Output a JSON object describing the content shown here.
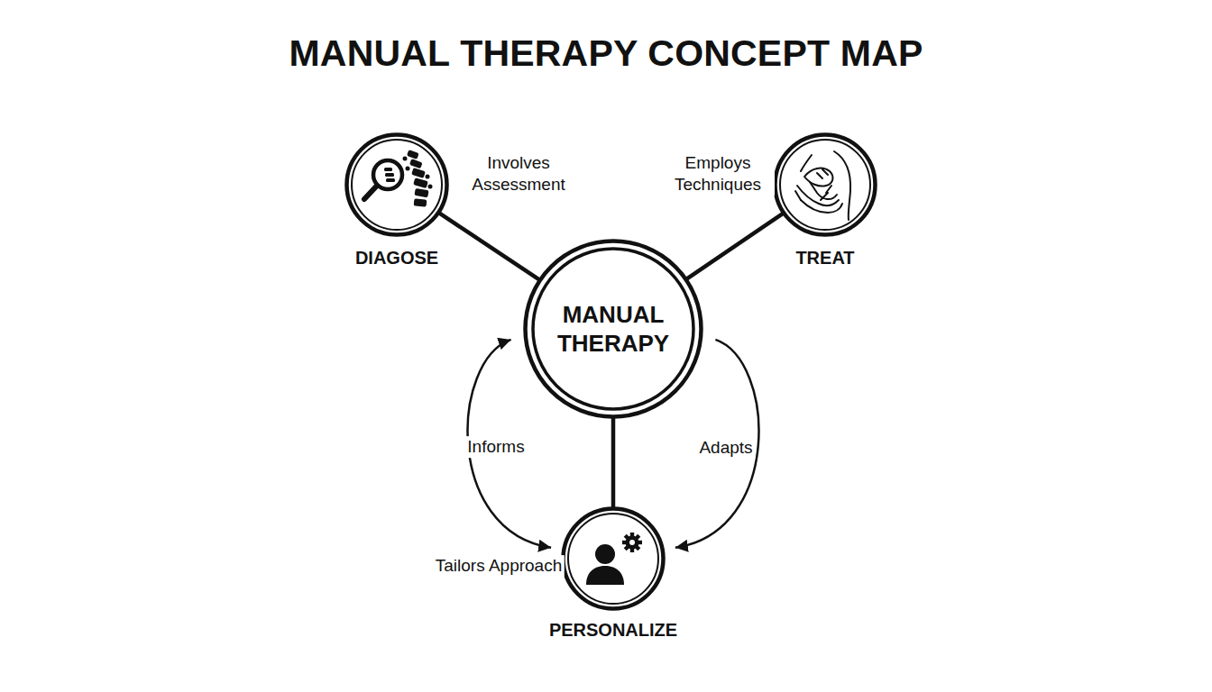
{
  "diagram": {
    "title": "MANUAL THERAPY CONCEPT MAP",
    "nodes": [
      {
        "text": [
          "DIAGOSE"
        ]
      },
      {
        "text": [
          "TREAT"
        ]
      },
      {
        "text": [
          "MANUAL THERAPY"
        ]
      },
      {
        "text": [
          "PERSONALIZE"
        ]
      }
    ],
    "edges": [
      {
        "from": 2,
        "to": 0,
        "arrow": "none",
        "label": "Involves Assessment"
      },
      {
        "from": 2,
        "to": 1,
        "arrow": "none",
        "label": "Employs Techniques"
      },
      {
        "from": 2,
        "to": 3,
        "arrow": "none"
      },
      {
        "from": 2,
        "to": 3,
        "arrow": "both",
        "label": "Informs"
      },
      {
        "from": 2,
        "to": 3,
        "arrow": "to",
        "label": "Adapts"
      }
    ],
    "labels": [
      "Tailors Approach"
    ]
  }
}
